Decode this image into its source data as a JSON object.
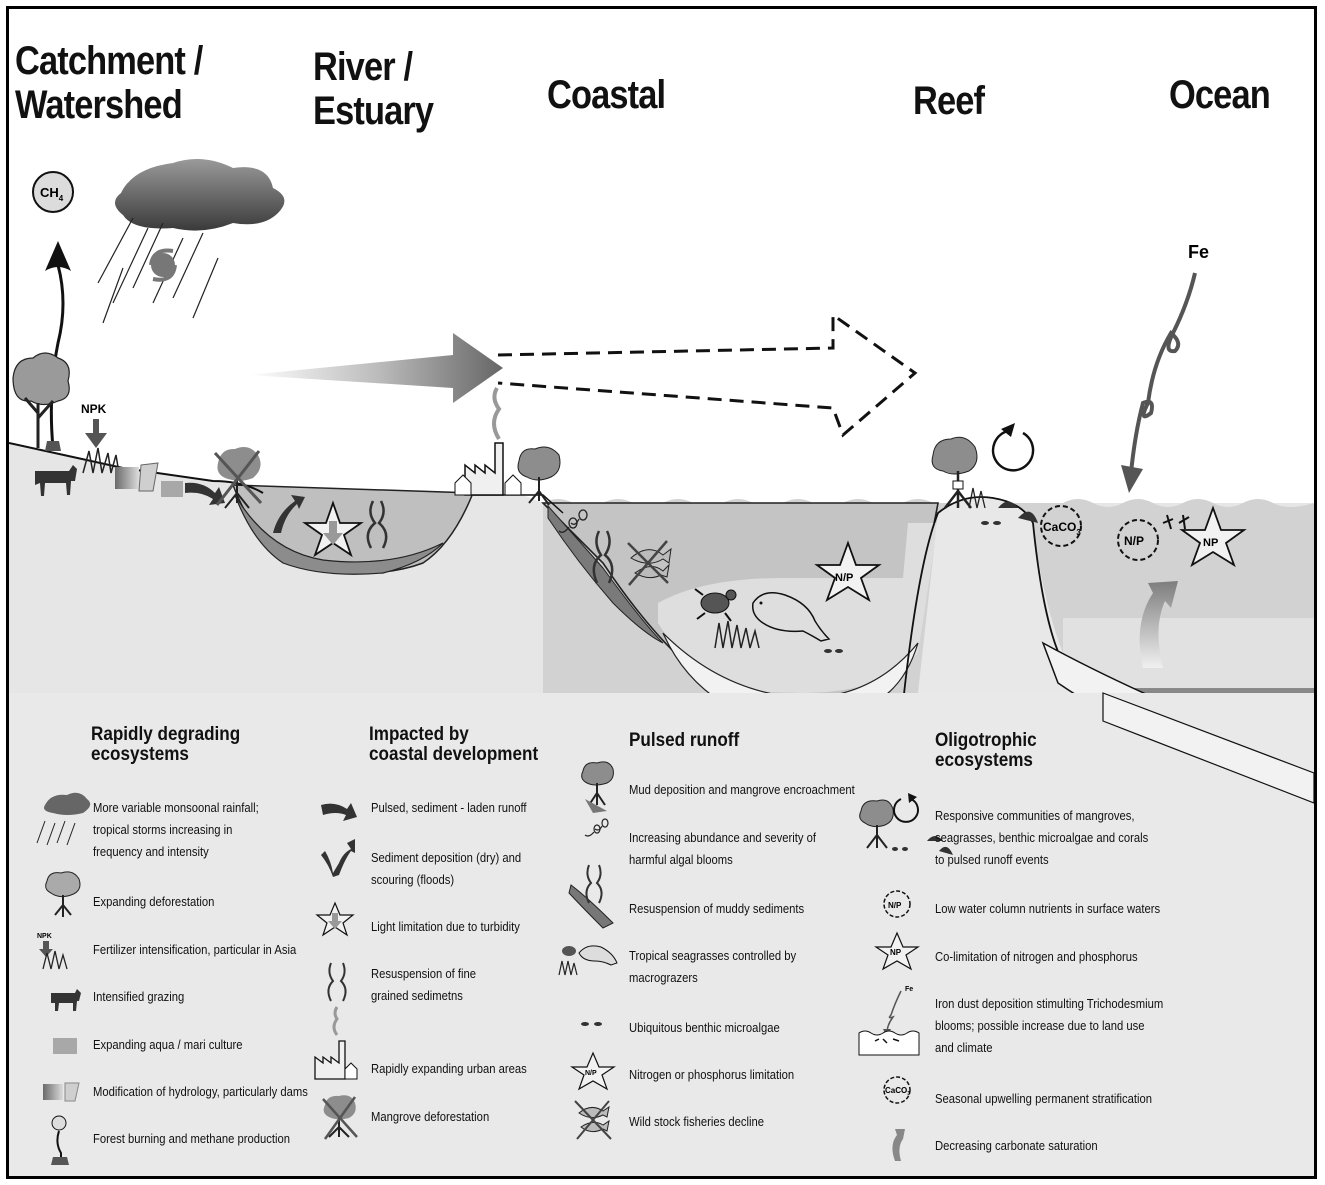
{
  "zones": {
    "catchment": "Catchment /\nWatershed",
    "river": "River /\nEstuary",
    "coastal": "Coastal",
    "reef": "Reef",
    "ocean": "Ocean"
  },
  "labels": {
    "ch4": "CH",
    "ch4_sub": "4",
    "npk": "NPK",
    "np_slash": "N/P",
    "np": "NP",
    "fe": "Fe",
    "caco3": "CaCO",
    "caco3_sub": "3"
  },
  "sections": {
    "s1_title": "Rapidly degrading\necosystems",
    "s1_items": [
      "More variable monsoonal rainfall;\ntropical storms increasing in\nfrequency and intensity",
      "Expanding deforestation",
      "Fertilizer intensification, particular in Asia",
      "Intensified grazing",
      "Expanding aqua / mari culture",
      "Modification of hydrology, particularly dams",
      "Forest burning and methane production"
    ],
    "s2_title": "Impacted by\ncoastal development",
    "s2_items": [
      "Pulsed, sediment - laden runoff",
      "Sediment deposition (dry) and\nscouring (floods)",
      "Light limitation due to turbidity",
      "Resuspension of fine\ngrained sedimetns",
      "Rapidly expanding urban areas",
      "Mangrove deforestation"
    ],
    "s3_title": "Pulsed runoff",
    "s3_items": [
      "Mud deposition and mangrove encroachment",
      "Increasing abundance and severity of\nharmful algal blooms",
      "Resuspension of muddy sediments",
      "Tropical seagrasses controlled by\nmacrograzers",
      "Ubiquitous benthic microalgae",
      "Nitrogen or phosphorus limitation",
      "Wild stock fisheries decline"
    ],
    "s4_title": "Oligotrophic\necosystems",
    "s4_items": [
      "Responsive communities of mangroves,\nseagrasses, benthic microalgae and corals\nto pulsed runoff events",
      "Low water column nutrients in surface waters",
      "Co-limitation of nitrogen and  phosphorus",
      "Iron dust deposition stimulting Trichodesmium\nblooms; possible increase due to land use\nand climate",
      "Seasonal upwelling permanent stratification",
      "Decreasing carbonate saturation"
    ]
  }
}
